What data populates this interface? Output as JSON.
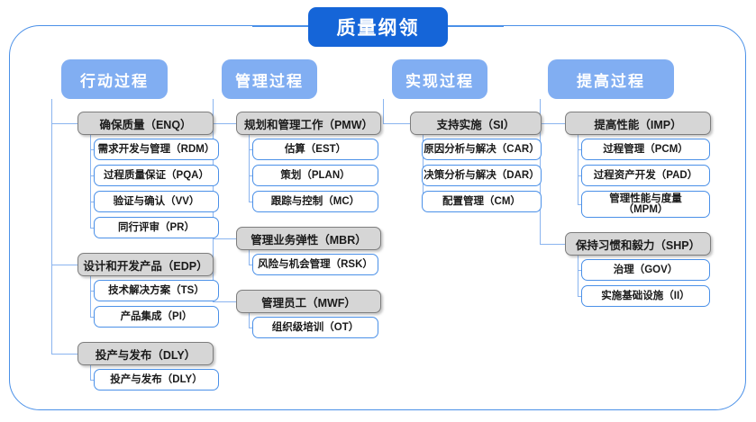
{
  "diagram": {
    "title": "质量纲领",
    "colors": {
      "title_bg": "#1565d8",
      "column_header_bg": "#81aef2",
      "group_bg": "#d6d6d6",
      "group_border": "#7d7d7d",
      "leaf_border": "#4a90e8",
      "connector": "#8ab4ef",
      "frame_border": "#4a90e8",
      "page_bg": "#ffffff"
    },
    "columns": [
      {
        "header": "行动过程",
        "groups": [
          {
            "label": "确保质量（ENQ）",
            "children": [
              "需求开发与管理（RDM）",
              "过程质量保证（PQA）",
              "验证与确认（VV）",
              "同行评审（PR）"
            ]
          },
          {
            "label": "设计和开发产品（EDP）",
            "children": [
              "技术解决方案（TS）",
              "产品集成（PI）"
            ]
          },
          {
            "label": "投产与发布（DLY）",
            "children": [
              "投产与发布（DLY）"
            ]
          }
        ]
      },
      {
        "header": "管理过程",
        "groups": [
          {
            "label": "规划和管理工作（PMW）",
            "children": [
              "估算（EST）",
              "策划（PLAN）",
              "跟踪与控制（MC）"
            ]
          },
          {
            "label": "管理业务弹性（MBR）",
            "children": [
              "风险与机会管理（RSK）"
            ]
          },
          {
            "label": "管理员工（MWF）",
            "children": [
              "组织级培训（OT）"
            ]
          }
        ]
      },
      {
        "header": "实现过程",
        "groups": [
          {
            "label": "支持实施（SI）",
            "children": [
              "原因分析与解决（CAR）",
              "决策分析与解决（DAR）",
              "配置管理（CM）"
            ]
          }
        ]
      },
      {
        "header": "提高过程",
        "groups": [
          {
            "label": "提高性能（IMP）",
            "children": [
              "过程管理（PCM）",
              "过程资产开发（PAD）",
              "管理性能与度量\n（MPM）"
            ]
          },
          {
            "label": "保持习惯和毅力（SHP）",
            "children": [
              "治理（GOV）",
              "实施基础设施（II）"
            ]
          }
        ]
      }
    ]
  }
}
